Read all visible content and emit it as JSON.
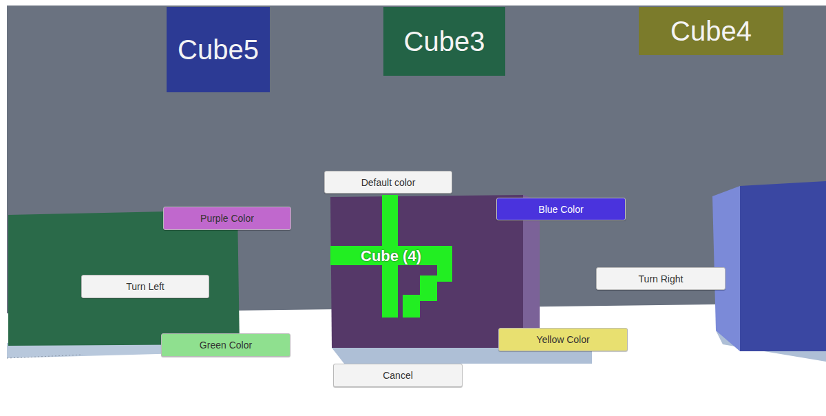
{
  "diagram": {
    "nodes": [
      {
        "text": [
          "Cube5"
        ]
      },
      {
        "text": [
          "Cube3"
        ]
      },
      {
        "text": [
          "Cube4"
        ]
      },
      {
        "text": [
          "Default color"
        ]
      },
      {
        "text": [
          "Purple Color"
        ]
      },
      {
        "text": [
          "Cube (4)"
        ]
      },
      {
        "text": [
          "Blue Color"
        ]
      },
      {
        "text": [
          "Turn Left"
        ]
      },
      {
        "text": [
          "Turn Right"
        ]
      },
      {
        "text": [
          "Green Color"
        ]
      },
      {
        "text": [
          "Yellow Color"
        ]
      },
      {
        "text": [
          "Cancel"
        ]
      }
    ]
  }
}
